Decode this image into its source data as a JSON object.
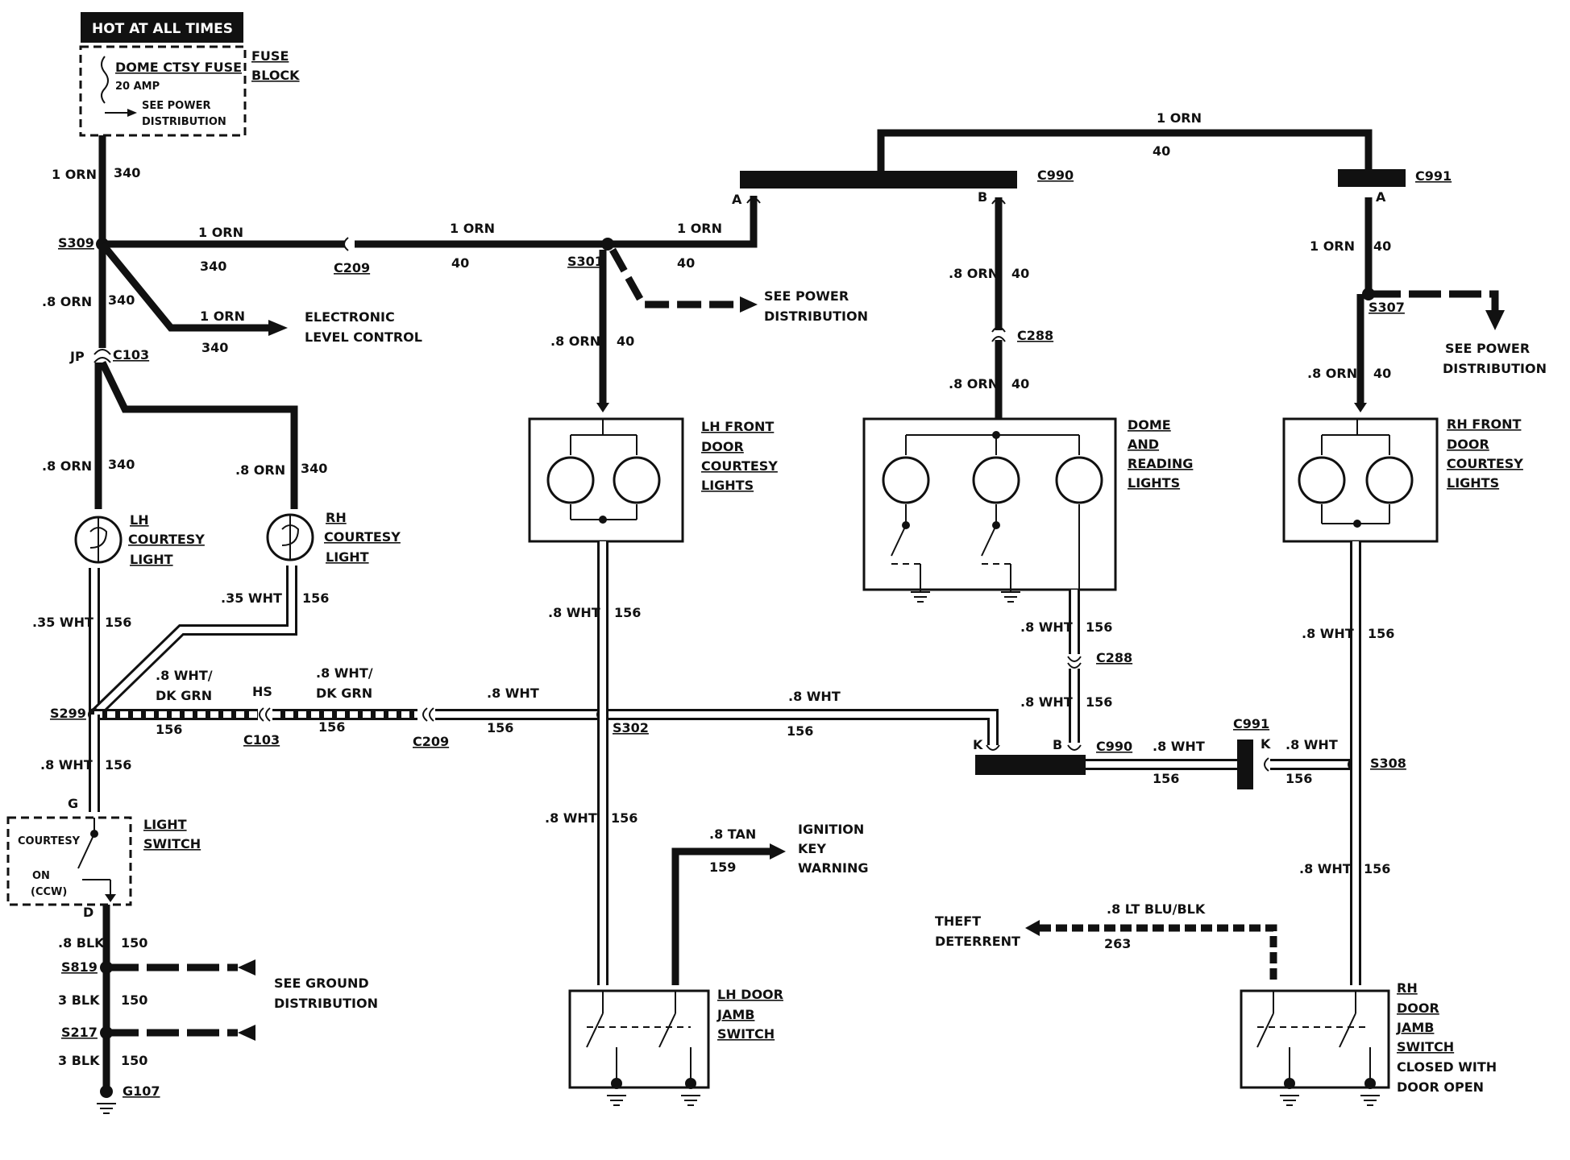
{
  "header": {
    "hot_at_all_times": "HOT AT ALL TIMES"
  },
  "fuse": {
    "name": "DOME CTSY FUSE",
    "amp": "20 AMP",
    "see_power_1": "SEE POWER",
    "see_power_2": "DISTRIBUTION",
    "block_label_1": "FUSE",
    "block_label_2": "BLOCK"
  },
  "wires": {
    "orn_1": "1 ORN",
    "orn_08": ".8 ORN",
    "wht_08": ".8 WHT",
    "wht_035": ".35 WHT",
    "wht_dkgrn_1": ".8 WHT/",
    "wht_dkgrn_2": "DK GRN",
    "tan_08": ".8 TAN",
    "blk_08": ".8 BLK",
    "blk_3": "3 BLK",
    "ltblu_blk": ".8 LT BLU/BLK",
    "c340": "340",
    "c40": "40",
    "c156": "156",
    "c159": "159",
    "c150": "150",
    "c263": "263"
  },
  "splices": {
    "s309": "S309",
    "s301": "S301",
    "s307": "S307",
    "s299": "S299",
    "s302": "S302",
    "s308": "S308",
    "s819": "S819",
    "s217": "S217"
  },
  "connectors": {
    "c209": "C209",
    "c103": "C103",
    "c990": "C990",
    "c991": "C991",
    "c288": "C288",
    "jp": "JP",
    "hs": "HS",
    "pin_a": "A",
    "pin_b": "B",
    "pin_k": "K",
    "pin_g": "G",
    "pin_d": "D"
  },
  "ground": {
    "g107": "G107"
  },
  "destinations": {
    "elc_1": "ELECTRONIC",
    "elc_2": "LEVEL CONTROL",
    "see_power_1": "SEE POWER",
    "see_power_2": "DISTRIBUTION",
    "see_ground_1": "SEE GROUND",
    "see_ground_2": "DISTRIBUTION",
    "ign_1": "IGNITION",
    "ign_2": "KEY",
    "ign_3": "WARNING",
    "theft_1": "THEFT",
    "theft_2": "DETERRENT"
  },
  "components": {
    "lh_courtesy": [
      "LH",
      "COURTESY",
      "LIGHT"
    ],
    "rh_courtesy": [
      "RH",
      "COURTESY",
      "LIGHT"
    ],
    "lh_front_door": [
      "LH FRONT",
      "DOOR",
      "COURTESY",
      "LIGHTS"
    ],
    "dome_reading": [
      "DOME",
      "AND",
      "READING",
      "LIGHTS"
    ],
    "rh_front_door": [
      "RH FRONT",
      "DOOR",
      "COURTESY",
      "LIGHTS"
    ],
    "light_switch": [
      "LIGHT",
      "SWITCH"
    ],
    "switch_courtesy": "COURTESY",
    "switch_on": "ON",
    "switch_ccw": "(CCW)",
    "lh_jamb": [
      "LH DOOR",
      "JAMB",
      "SWITCH"
    ],
    "rh_jamb": [
      "RH",
      "DOOR",
      "JAMB",
      "SWITCH",
      "CLOSED WITH",
      "DOOR OPEN"
    ]
  }
}
